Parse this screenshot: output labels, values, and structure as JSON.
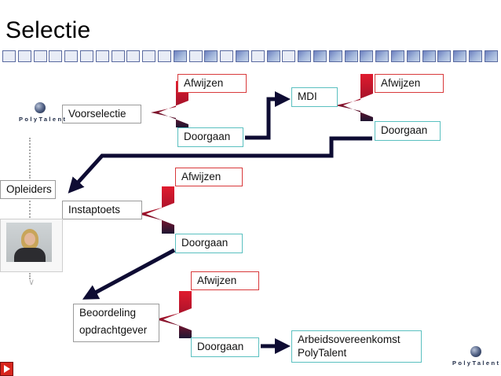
{
  "slide": {
    "title": "Selectie"
  },
  "nodes": {
    "voorselectie": "Voorselectie",
    "afwijzen_1": "Afwijzen",
    "doorgaan_1": "Doorgaan",
    "mdi": "MDI",
    "afwijzen_2": "Afwijzen",
    "doorgaan_2": "Doorgaan",
    "opleiders": "Opleiders",
    "afwijzen_3": "Afwijzen",
    "instaptoets": "Instaptoets",
    "doorgaan_3": "Doorgaan",
    "afwijzen_4": "Afwijzen",
    "beoordeling_line1": "Beoordeling",
    "beoordeling_line2": "opdrachtgever",
    "doorgaan_4": "Doorgaan",
    "arbeid_line1": "Arbeidsovereenkomst",
    "arbeid_line2": "PolyTalent"
  },
  "logo": {
    "name": "PolyTalent"
  },
  "colors": {
    "decision_red": "#c4162a",
    "decision_dark": "#2b1636",
    "arrow_navy": "#0e0c33",
    "border_red": "#d8393b",
    "border_teal": "#5ac0c0"
  }
}
